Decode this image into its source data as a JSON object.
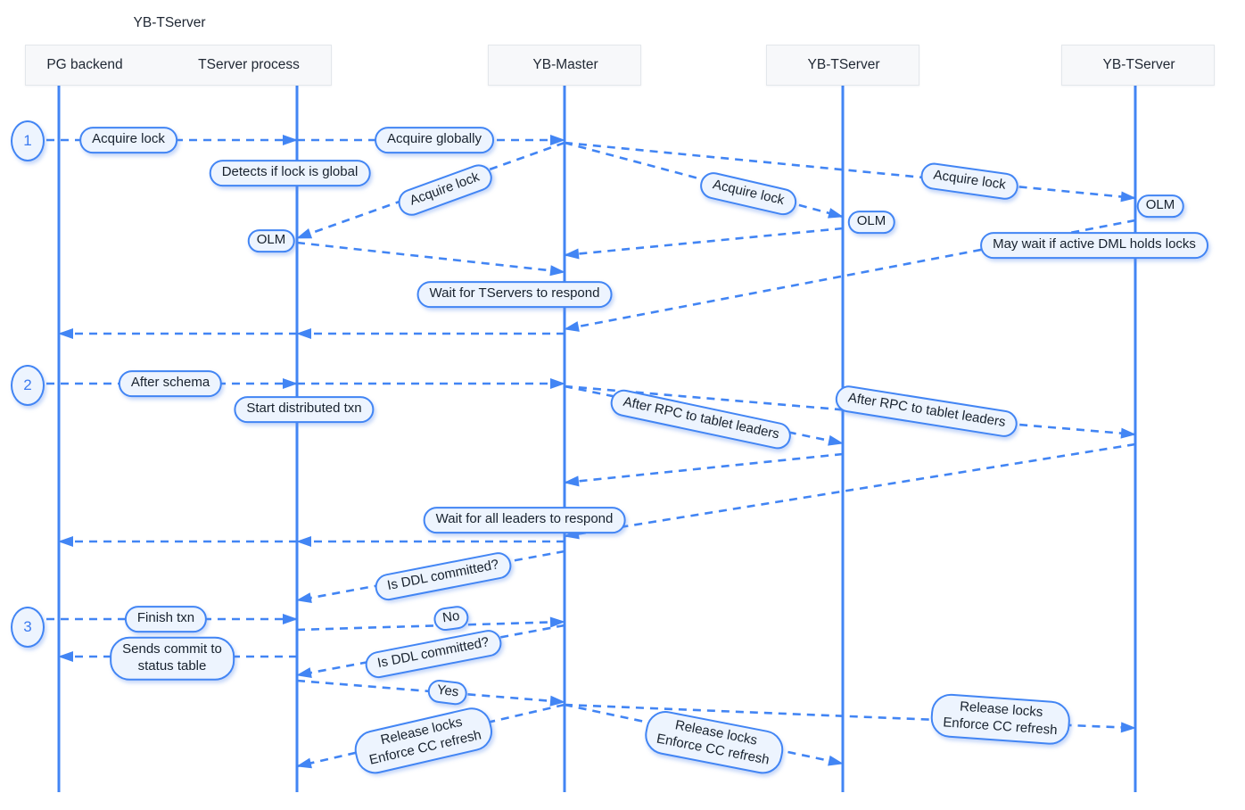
{
  "diagram": {
    "group_label": "YB-TServer",
    "actors": [
      {
        "id": "pg",
        "label": "PG backend"
      },
      {
        "id": "tserver_process",
        "label": "TServer process"
      },
      {
        "id": "master",
        "label": "YB-Master"
      },
      {
        "id": "ts1",
        "label": "YB-TServer"
      },
      {
        "id": "ts2",
        "label": "YB-TServer"
      }
    ],
    "steps": [
      {
        "number": "1"
      },
      {
        "number": "2"
      },
      {
        "number": "3"
      }
    ],
    "labels": {
      "acquire_lock": "Acquire lock",
      "acquire_globally": "Acquire globally",
      "detects_global": "Detects if lock is global",
      "olm": "OLM",
      "may_wait": "May wait if active DML holds locks",
      "wait_tservers": "Wait for TServers to respond",
      "after_schema": "After schema",
      "start_txn": "Start distributed txn",
      "after_rpc": "After RPC to tablet leaders",
      "wait_leaders": "Wait for all leaders to respond",
      "is_ddl_committed": "Is DDL committed?",
      "finish_txn": "Finish txn",
      "no": "No",
      "sends_commit_line1": "Sends commit to",
      "sends_commit_line2": "status table",
      "yes": "Yes",
      "release_line1": "Release locks",
      "release_line2": "Enforce CC refresh"
    },
    "colors": {
      "line_blue": "#4285f4",
      "pill_fill": "#edf4fe",
      "pill_text": "#18222e",
      "actor_box_fill": "#f7f8fa",
      "actor_box_border": "#e3e7eb"
    }
  }
}
